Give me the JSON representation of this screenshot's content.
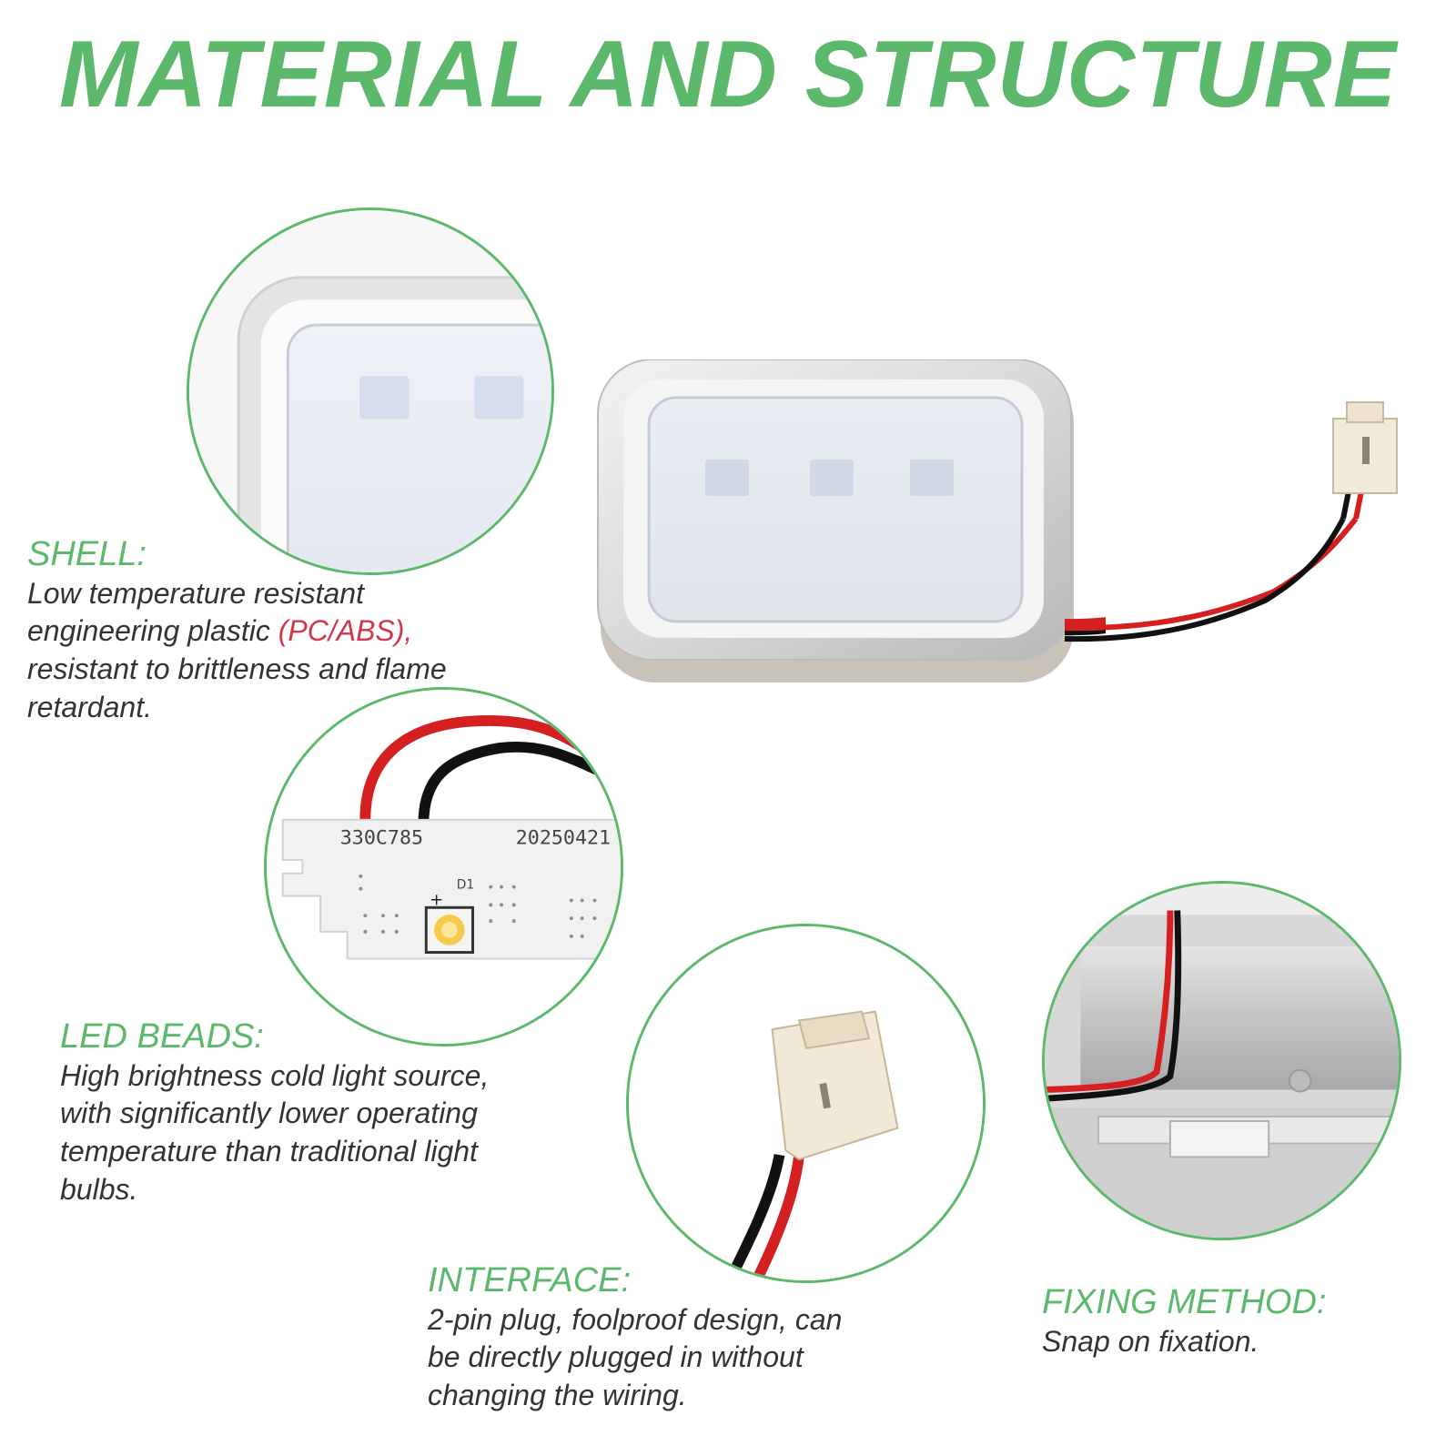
{
  "title": "MATERIAL AND STRUCTURE",
  "colors": {
    "accent": "#5cb86a",
    "highlight": "#d0384d",
    "text": "#333333"
  },
  "shell": {
    "heading": "SHELL:",
    "desc_part1": "Low temperature resistant engineering plastic ",
    "desc_highlight": "(PC/ABS),",
    "desc_part2": " resistant to brittleness and flame retardant."
  },
  "led_beads": {
    "heading": "LED BEADS:",
    "desc": "High brightness cold light source, with significantly lower operating temperature than traditional light bulbs.",
    "pcb_code": "330C785",
    "pcb_date": "20250421",
    "pcb_label": "D1",
    "pcb_plus": "+"
  },
  "interface": {
    "heading": "INTERFACE:",
    "desc": "2-pin plug, foolproof design, can be directly plugged in without changing the  wiring."
  },
  "fixing": {
    "heading": "FIXING METHOD:",
    "desc": "Snap on fixation."
  }
}
